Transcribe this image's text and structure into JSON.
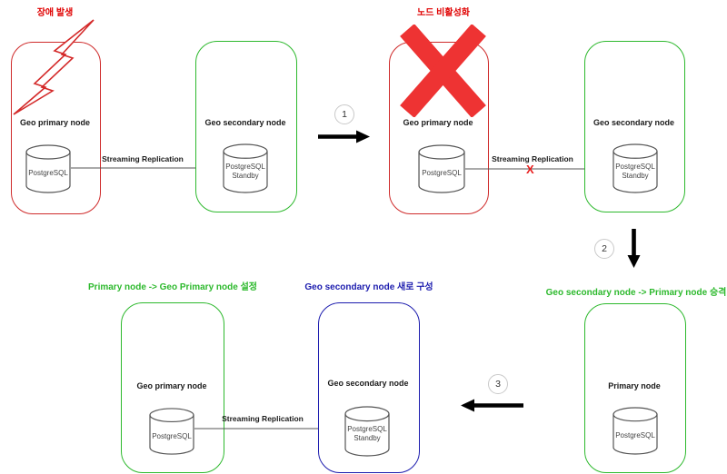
{
  "titles": {
    "fault": "장애 발생",
    "node_disabled": "노드 비활성화",
    "promote": "Geo secondary node -> Primary node 승격",
    "set_geo_primary": "Primary node -> Geo Primary node 설정",
    "new_secondary": "Geo secondary node 새로 구성"
  },
  "streaming_label": "Streaming Replication",
  "x_mark": "X",
  "steps": {
    "one": "1",
    "two": "2",
    "three": "3"
  },
  "nodes": {
    "top_failed_primary": {
      "label": "Geo primary node",
      "db": [
        "PostgreSQL"
      ]
    },
    "top_secondary": {
      "label": "Geo secondary node",
      "db": [
        "PostgreSQL",
        "Standby"
      ]
    },
    "right_failed_primary": {
      "label": "Geo primary node",
      "db": [
        "PostgreSQL"
      ]
    },
    "right_secondary": {
      "label": "Geo secondary node",
      "db": [
        "PostgreSQL",
        "Standby"
      ]
    },
    "promoted_primary": {
      "label": "Primary node",
      "db": [
        "PostgreSQL"
      ]
    },
    "new_geo_primary": {
      "label": "Geo primary node",
      "db": [
        "PostgreSQL"
      ]
    },
    "new_geo_secondary": {
      "label": "Geo secondary node",
      "db": [
        "PostgreSQL",
        "Standby"
      ]
    }
  },
  "colors": {
    "red_border": "#cf2b2b",
    "red_accent": "#ee3333",
    "red_text": "#e00000",
    "green": "#2db92d",
    "blue": "#1c1cae",
    "text": "#1a1a1a",
    "line": "#555555"
  }
}
